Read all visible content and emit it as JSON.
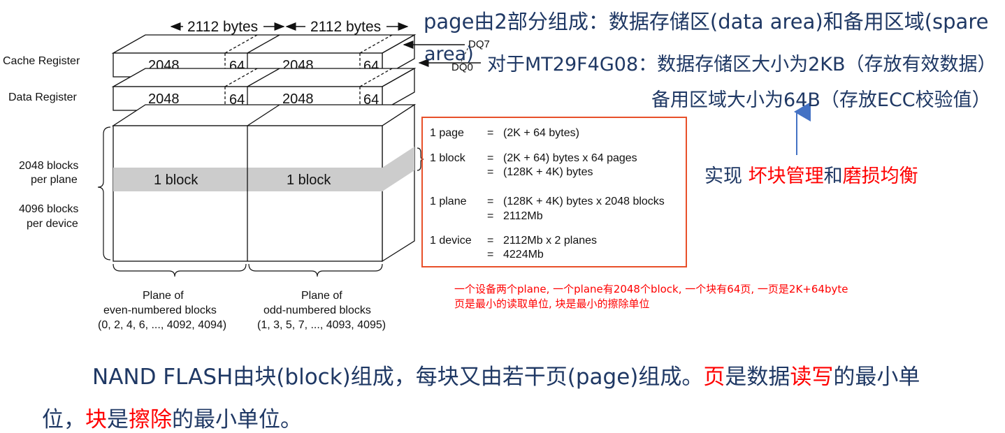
{
  "diagram": {
    "width_label_left": "2112 bytes",
    "width_label_right": "2112 bytes",
    "cache_register_label": "Cache Register",
    "data_register_label": "Data Register",
    "main_area": "2048",
    "spare_area": "64",
    "dq7": "DQ7",
    "dq0": "DQ0",
    "blocks_per_plane": [
      "2048 blocks",
      "per plane"
    ],
    "blocks_per_device": [
      "4096 blocks",
      "per device"
    ],
    "block_label": "1 block",
    "plane_even": [
      "Plane of",
      "even-numbered blocks",
      "(0, 2, 4, 6, ..., 4092, 4094)"
    ],
    "plane_odd": [
      "Plane of",
      "odd-numbered blocks",
      "(1, 3, 5, 7, ..., 4093, 4095)"
    ]
  },
  "formulas": [
    {
      "term": "1 page",
      "lines": [
        "(2K + 64 bytes)"
      ]
    },
    {
      "term": "1 block",
      "lines": [
        "(2K + 64) bytes x 64 pages",
        "(128K + 4K) bytes"
      ]
    },
    {
      "term": "1 plane",
      "lines": [
        "(128K + 4K) bytes x 2048 blocks",
        "2112Mb"
      ]
    },
    {
      "term": "1 device",
      "lines": [
        "2112Mb x 2 planes",
        "4224Mb"
      ]
    }
  ],
  "notes": {
    "title": "page由2部分组成：数据存储区(data area)和备用区域(spare",
    "title_cont": "area)",
    "line2": "对于MT29F4G08：数据存储区大小为2KB（存放有效数据）",
    "line3": "备用区域大小为64B（存放ECC校验值）",
    "impl_prefix": "实现 ",
    "impl_red1": "坏块管理",
    "impl_mid": "和",
    "impl_red2": "磨损均衡"
  },
  "small_notes": [
    "一个设备两个plane, 一个plane有2048个block, 一个块有64页, 一页是2K+64byte",
    "页是最小的读取单位, 块是最小的擦除单位"
  ],
  "bottom": {
    "p1_a": "NAND FLASH由块(block)组成，每块又由若干页(page)组成。",
    "p1_red1": "页",
    "p1_b": "是数据",
    "p1_red2": "读写",
    "p1_c": "的最小单",
    "p2_a": "位，",
    "p2_red1": "块",
    "p2_b": "是",
    "p2_red2": "擦除",
    "p2_c": "的最小单位。"
  },
  "colors": {
    "navy": "#1f3864",
    "red": "#ff0000",
    "box_border": "#e8502a",
    "block_band": "#cccccc",
    "arrow_blue": "#4472c4"
  }
}
